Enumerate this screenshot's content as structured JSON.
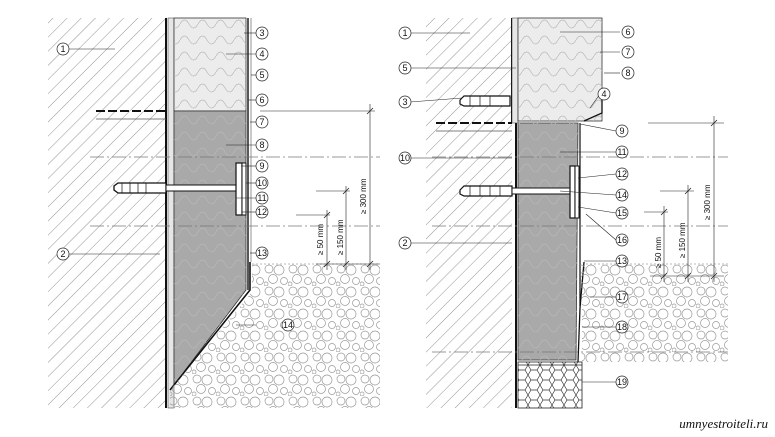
{
  "left_detail": {
    "callouts": [
      "1",
      "2",
      "3",
      "4",
      "5",
      "6",
      "7",
      "8",
      "9",
      "10",
      "11",
      "12",
      "13",
      "14"
    ],
    "dims": {
      "d300": "≥ 300 mm",
      "d150": "≥ 150 mm",
      "d50": "≥ 50 mm"
    }
  },
  "right_detail": {
    "callouts": [
      "1",
      "2",
      "3",
      "4",
      "5",
      "6",
      "7",
      "8",
      "9",
      "10",
      "11",
      "12",
      "13",
      "14",
      "15",
      "16",
      "17",
      "18",
      "19"
    ],
    "dims": {
      "d300": "≥ 300 mm",
      "d150": "≥ 150 mm",
      "d50": "≥ 50 mm"
    }
  },
  "watermark": "umnyestroiteli.ru"
}
